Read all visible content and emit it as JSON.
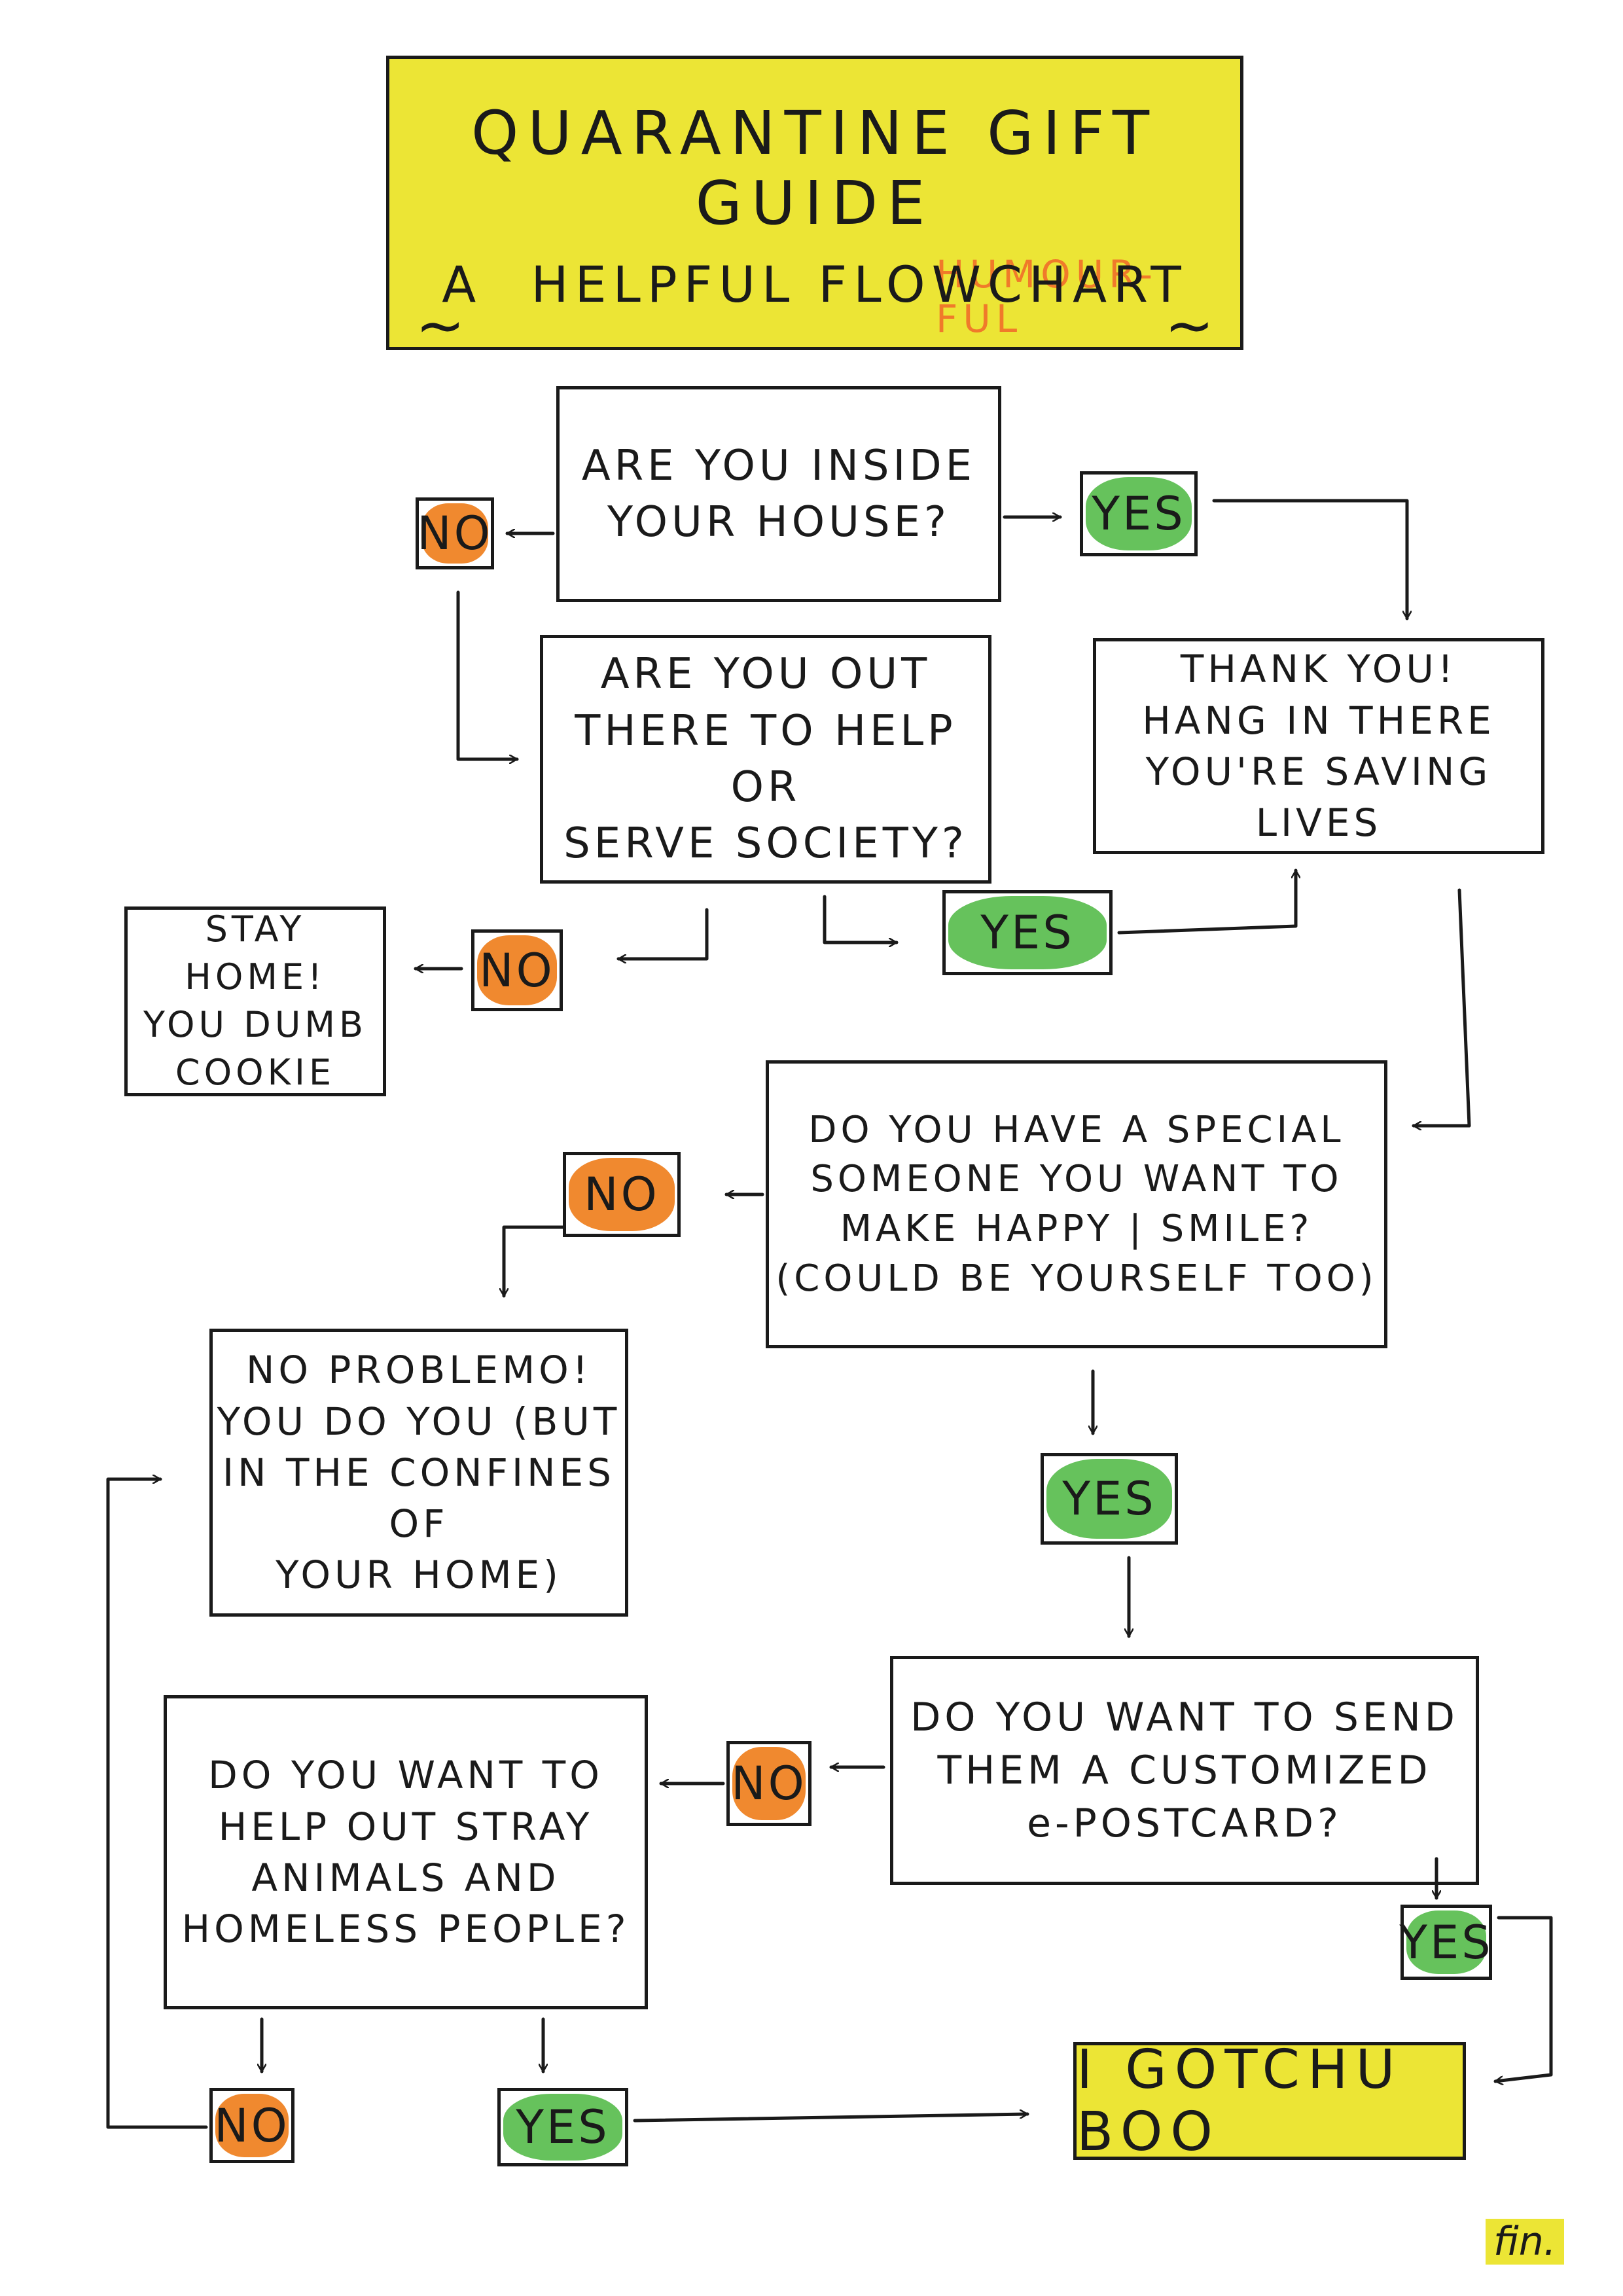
{
  "title": {
    "main": "QUARANTINE GIFT GUIDE",
    "prefix": "A",
    "insert": "HUMOUR-FUL",
    "sub": "HELPFUL FLOWCHART",
    "tilde": "~"
  },
  "nodes": {
    "inside_house": [
      "ARE YOU INSIDE",
      "YOUR HOUSE?"
    ],
    "help_society": [
      "ARE YOU OUT",
      "THERE TO HELP OR",
      "SERVE SOCIETY?"
    ],
    "thank_you": [
      "THANK YOU!",
      "HANG IN THERE",
      "YOU'RE SAVING LIVES"
    ],
    "stay_home": [
      "STAY HOME!",
      "YOU DUMB",
      "COOKIE"
    ],
    "special_someone": [
      "DO YOU HAVE A SPECIAL",
      "SOMEONE YOU WANT TO",
      "MAKE HAPPY | SMILE?",
      "(COULD BE YOURSELF TOO)"
    ],
    "no_problemo": [
      "NO PROBLEMO!",
      "YOU DO YOU (BUT",
      "IN THE CONFINES OF",
      "YOUR HOME)"
    ],
    "e_postcard": [
      "DO YOU WANT TO SEND",
      "THEM A CUSTOMIZED",
      "e-POSTCARD?"
    ],
    "stray_animals": [
      "DO YOU WANT TO",
      "HELP OUT STRAY",
      "ANIMALS AND",
      "HOMELESS PEOPLE?"
    ],
    "gotchu": "I GOTCHU BOO"
  },
  "labels": {
    "yes": "YES",
    "no": "NO"
  },
  "signoff": "fin.",
  "colors": {
    "title_bg": "#ece535",
    "no": "#f0892f",
    "yes": "#66c25c",
    "ink": "#1a1a1a"
  }
}
